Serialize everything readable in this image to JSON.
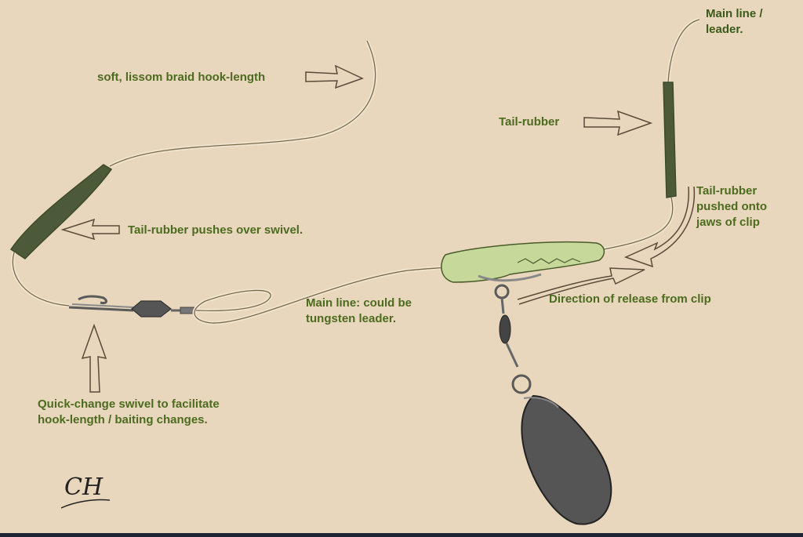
{
  "labels": {
    "main_line_leader": [
      "Main line /",
      "leader."
    ],
    "braid": "soft, lissom braid hook-length",
    "tail_rubber": "Tail-rubber",
    "tail_rubber_pushed": [
      "Tail-rubber",
      "pushed onto",
      "jaws of clip"
    ],
    "tail_pushes_swivel": "Tail-rubber pushes over swivel.",
    "main_line_tungsten": [
      "Main line: could be",
      "tungsten leader."
    ],
    "release_direction": "Direction of release from clip",
    "quick_change": [
      "Quick-change swivel to facilitate",
      "hook-length / baiting changes."
    ]
  },
  "signature": "CH",
  "colors": {
    "background": "#e8d7bc",
    "label_text": "#4c6b1f",
    "line": "#7a6a4a",
    "rubber": "#4d5a3a",
    "clip": "#c6d99a",
    "lead": "#5a5a5a"
  }
}
